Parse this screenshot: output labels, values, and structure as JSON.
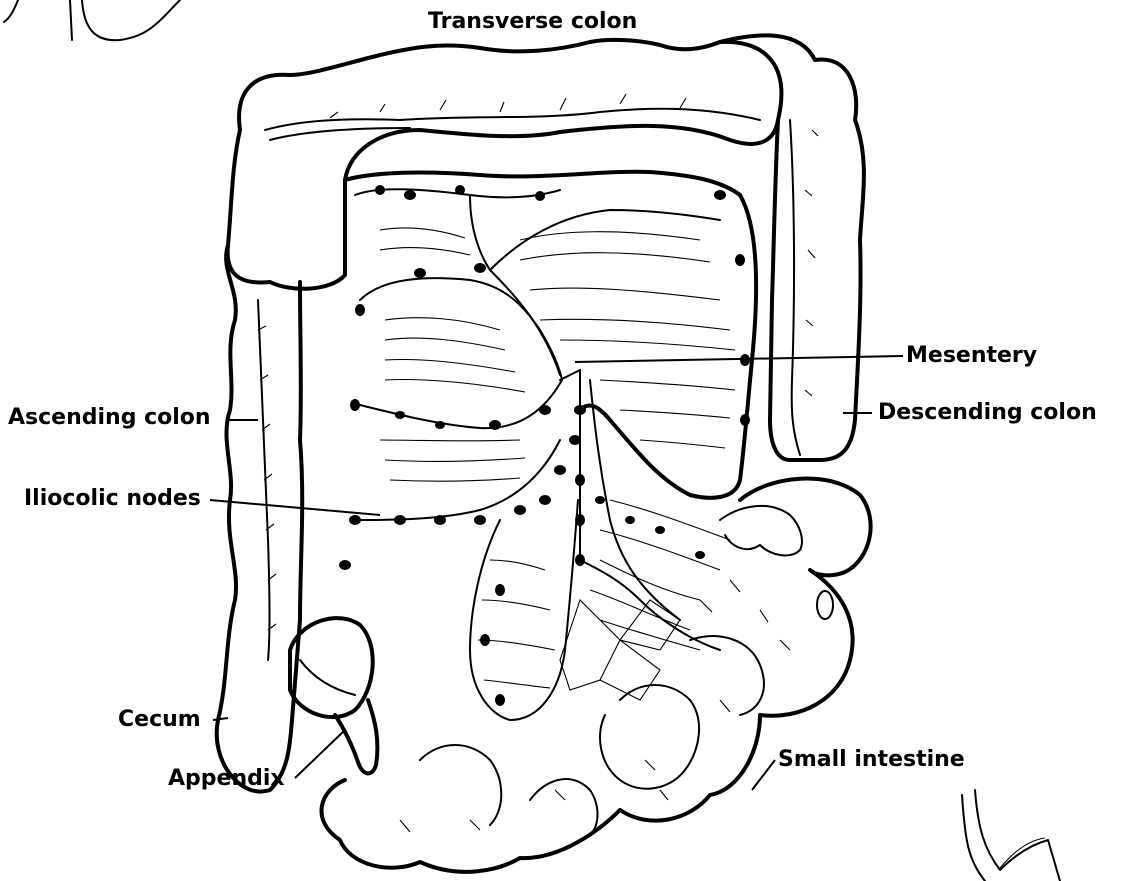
{
  "labels": {
    "transverse_colon": "Transverse  colon",
    "mesentery": "Mesentery",
    "ascending_colon": "Ascending colon",
    "descending_colon": "Descending colon",
    "iliocolic_nodes": "Iliocolic nodes",
    "cecum": "Cecum",
    "appendix": "Appendix",
    "small_intestine": "Small  intestine"
  },
  "colors": {
    "ink": "#000000",
    "background": "#ffffff"
  }
}
